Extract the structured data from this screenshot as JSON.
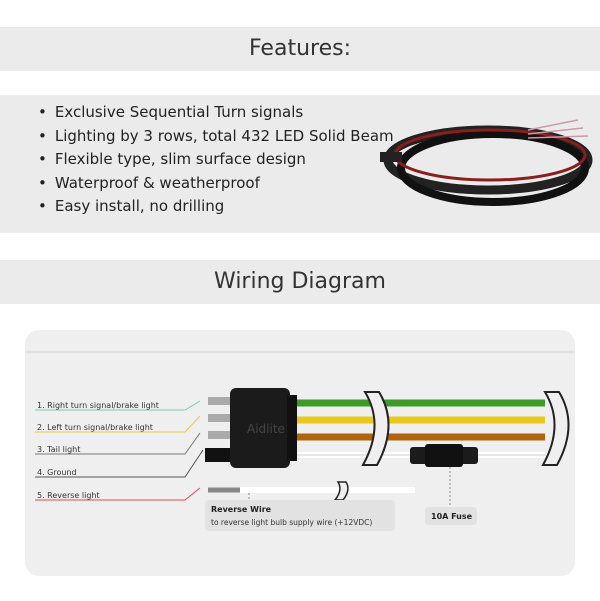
{
  "features": {
    "title": "Features:",
    "items": [
      "Exclusive Sequential Turn signals",
      "Lighting by 3 rows, total 432 LED Solid Beam",
      "Flexible type, slim surface design",
      "Waterproof & weatherproof",
      "Easy install, no drilling"
    ]
  },
  "wiring": {
    "title": "Wiring Diagram",
    "labels": [
      "1. Right turn signal/brake light",
      "2. Left turn signal/brake light",
      "3. Tail light",
      "4. Ground",
      "5. Reverse light"
    ],
    "reverse_title": "Reverse Wire",
    "reverse_desc": "to reverse light bulb supply wire (+12VDC)",
    "fuse": "10A Fuse",
    "watermark": "Aidlite"
  },
  "colors": {
    "green": "#3f9a2a",
    "yellow": "#e8c81a",
    "brown": "#b5620f",
    "red": "#e24a4a"
  }
}
